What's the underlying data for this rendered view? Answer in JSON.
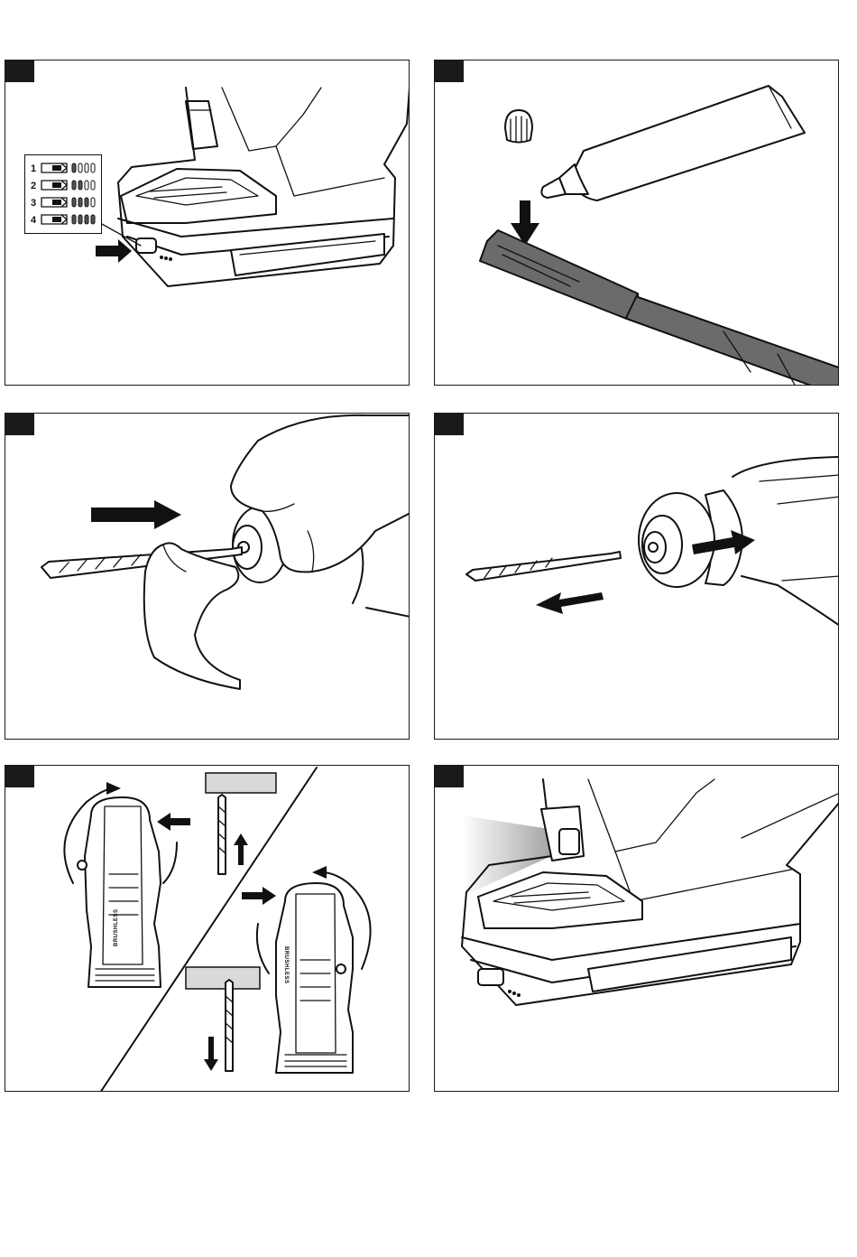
{
  "figures": [
    {
      "id": "battery-level-check",
      "battery_levels": [
        {
          "number": "1",
          "bars": 1
        },
        {
          "number": "2",
          "bars": 2
        },
        {
          "number": "3",
          "bars": 3
        },
        {
          "number": "4",
          "bars": 4
        }
      ]
    },
    {
      "id": "grease-bit-shank"
    },
    {
      "id": "insert-drill-bit"
    },
    {
      "id": "remove-drill-bit"
    },
    {
      "id": "rotation-direction",
      "brand_text": "BRUSHLESS"
    },
    {
      "id": "work-light"
    }
  ],
  "colors": {
    "line": "#111111",
    "panel_border": "#1a1a1a",
    "bit_fill": "#6b6b6b",
    "concrete": "#d9d9d9"
  }
}
